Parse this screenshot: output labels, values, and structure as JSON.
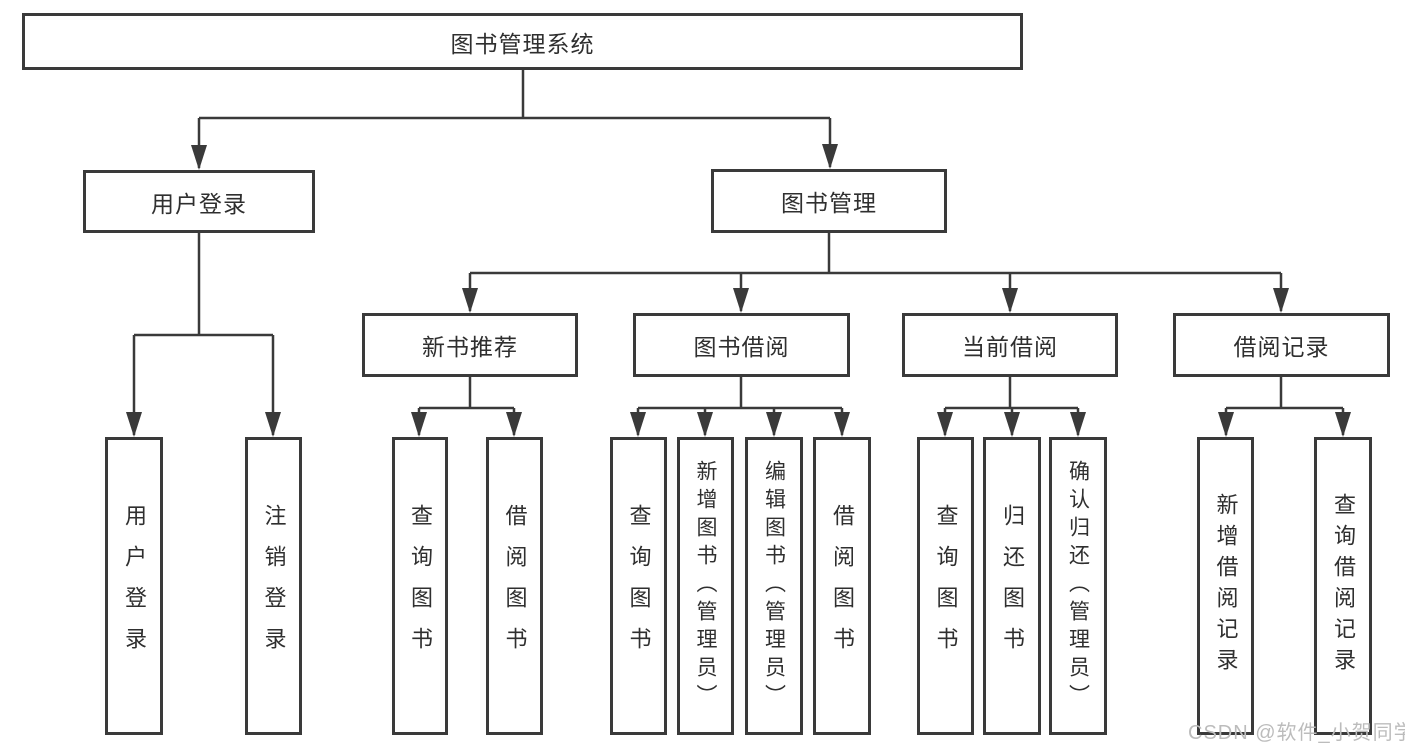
{
  "diagram": {
    "title": "图书管理系统",
    "nodes": {
      "root": "图书管理系统",
      "user_login": "用户登录",
      "book_mgmt": "图书管理",
      "new_book_rec": "新书推荐",
      "book_borrow": "图书借阅",
      "current_borrow": "当前借阅",
      "borrow_record": "借阅记录",
      "leaf_user_login": "用户登录",
      "leaf_logout": "注销登录",
      "leaf_rec_query_book": "查询图书",
      "leaf_rec_borrow_book": "借阅图书",
      "leaf_bb_query_book": "查询图书",
      "leaf_bb_add_book": "新增图书（管理员）",
      "leaf_bb_edit_book": "编辑图书（管理员）",
      "leaf_bb_borrow_book": "借阅图书",
      "leaf_cb_query_book": "查询图书",
      "leaf_cb_return_book": "归还图书",
      "leaf_cb_confirm_return": "确认归还（管理员）",
      "leaf_br_add_record": "新增借阅记录",
      "leaf_br_query_record": "查询借阅记录"
    },
    "colors": {
      "line": "#3a3a3a",
      "text": "#2f2f2f",
      "watermark": "#bcbcbc",
      "background": "#ffffff"
    },
    "watermark": "CSDN @软件_小贺同学"
  }
}
